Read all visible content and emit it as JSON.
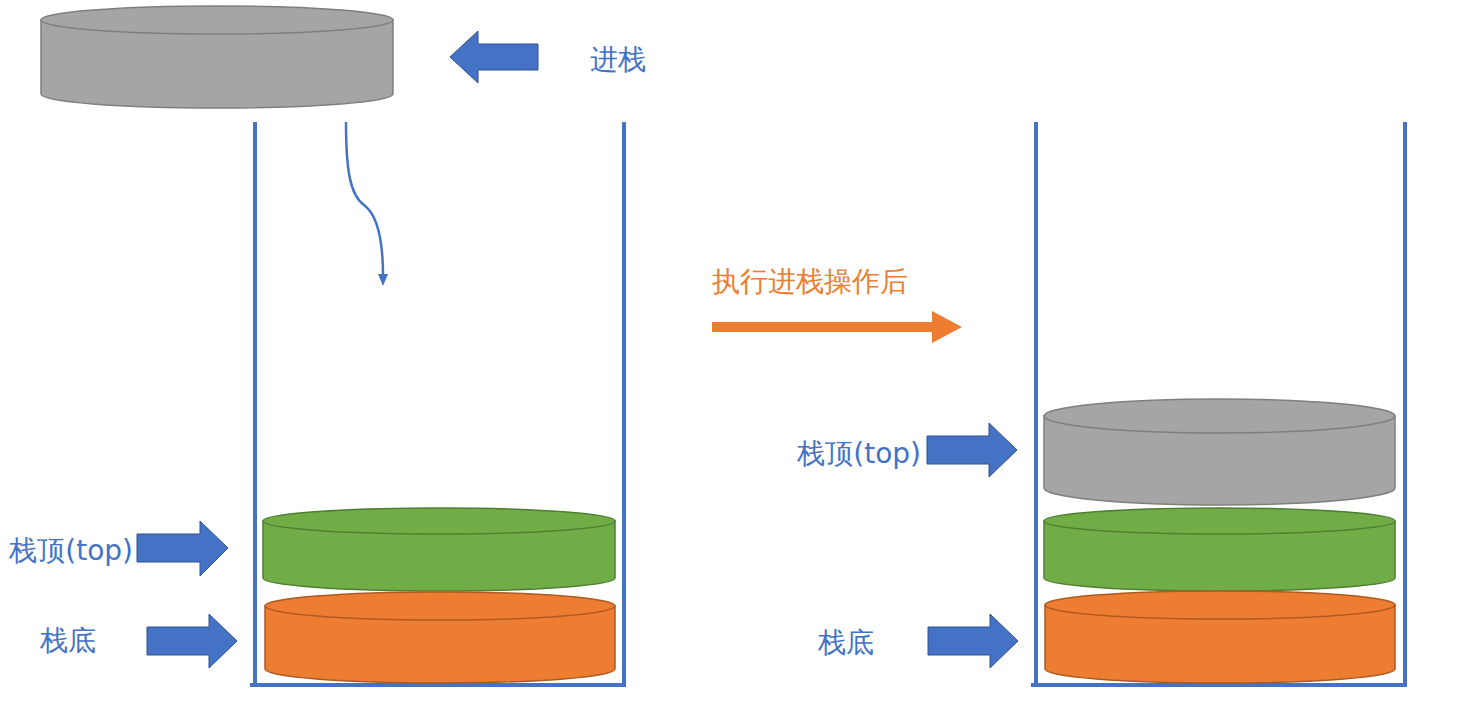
{
  "diagram": {
    "labels": [
      "进栈",
      "执行进栈操作后",
      "栈顶(top)",
      "栈顶(top)",
      "栈底",
      "栈底"
    ]
  }
}
